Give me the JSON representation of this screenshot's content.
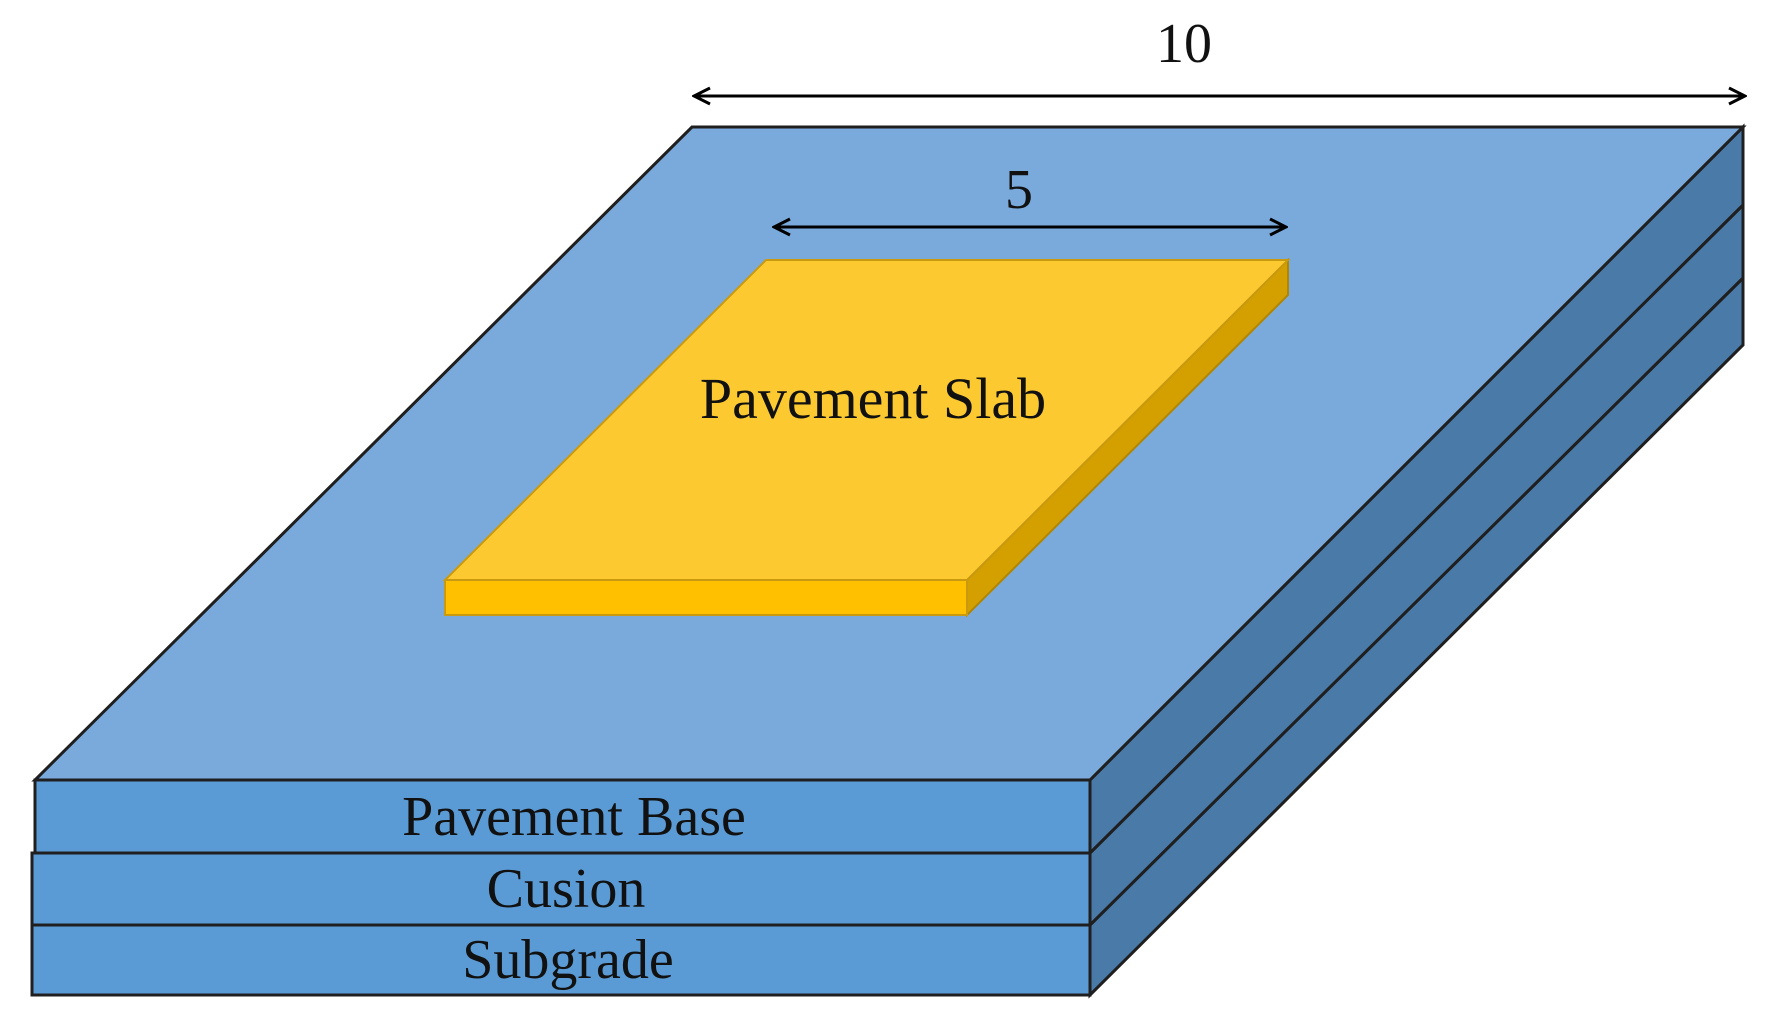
{
  "dimensions": {
    "outer": "10",
    "inner": "5"
  },
  "labels": {
    "slab": "Pavement Slab",
    "base": "Pavement Base",
    "cushion": "Cusion",
    "subgrade": "Subgrade"
  },
  "colors": {
    "top_face": "#7aaadb",
    "front_face": "#5b9bd5",
    "side_face": "#4a7aa8",
    "slab_top": "#fcca30",
    "slab_front": "#ffc000",
    "slab_side": "#d4a000",
    "outline": "#1f1f1f"
  }
}
